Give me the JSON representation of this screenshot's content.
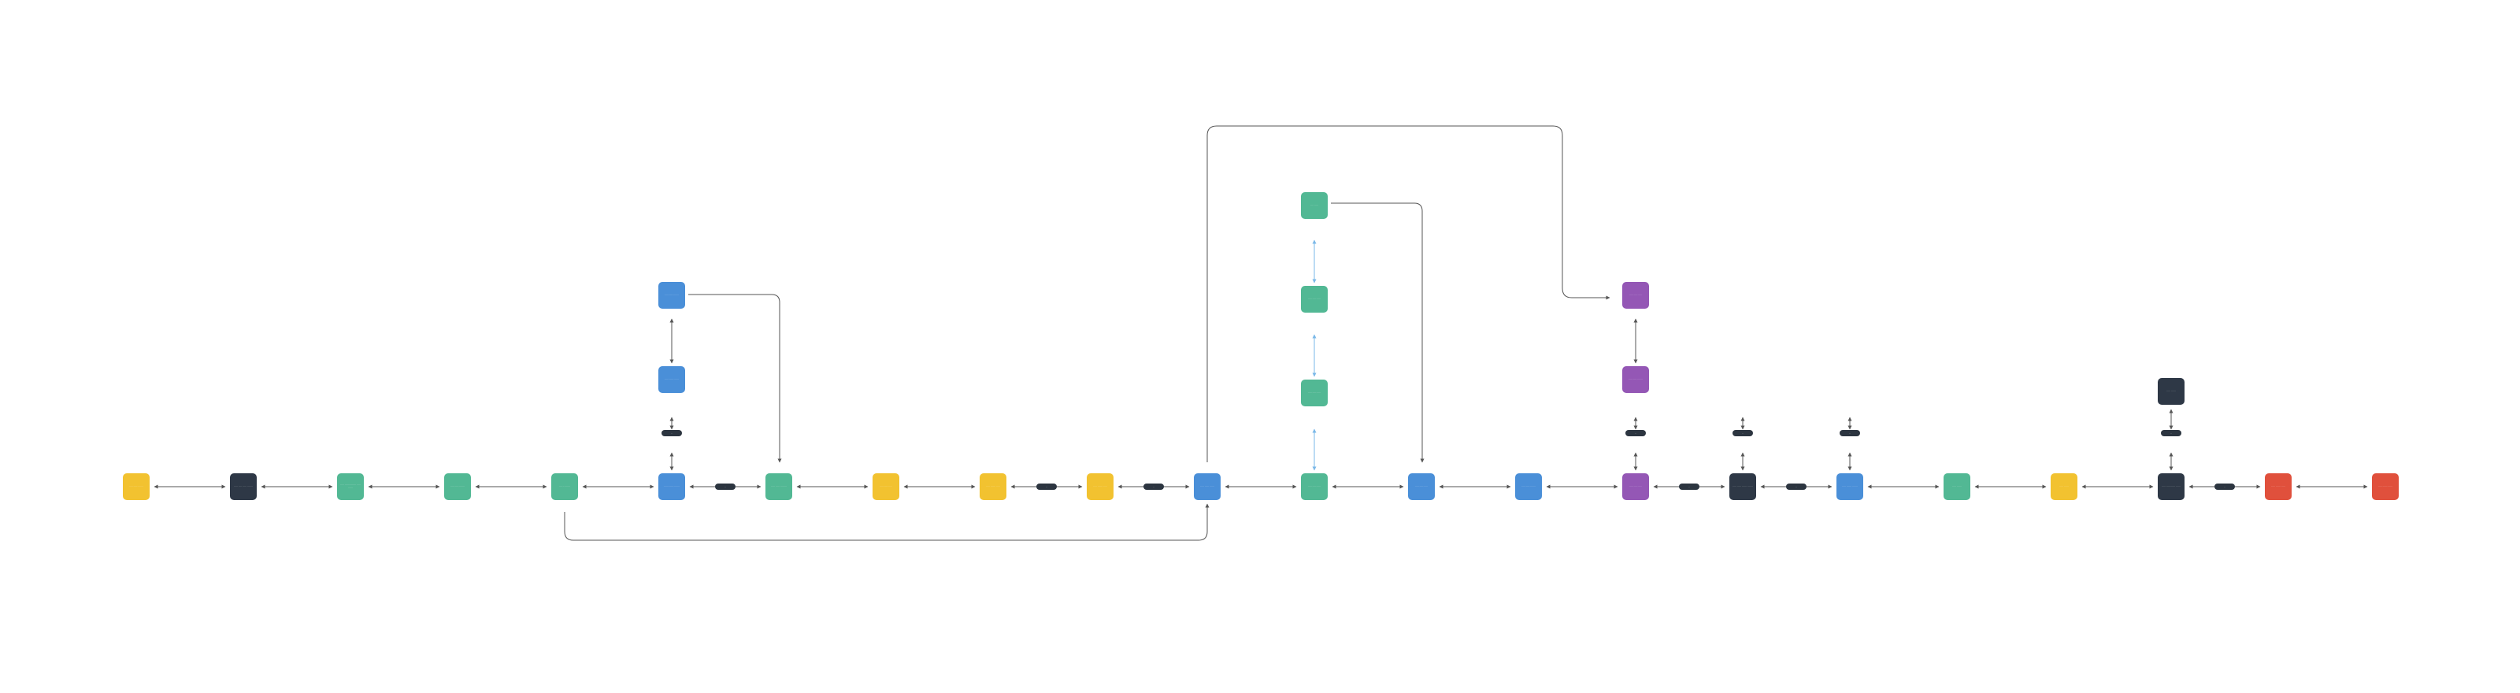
{
  "diagram": {
    "colors": {
      "yellow": "#f2c230",
      "dark": "#2e3846",
      "green": "#52b894",
      "blue": "#4a8fd8",
      "purple": "#9457b5",
      "red": "#e0503c",
      "edge": "#555555",
      "edge_light": "#7ab8e8",
      "pill": "#2c3540"
    },
    "nodes": [
      {
        "id": "n1",
        "color": "yellow",
        "label": "····· ····· ·······"
      },
      {
        "id": "n2",
        "color": "dark",
        "label": "····· ···· ·····  ·······"
      },
      {
        "id": "n3",
        "color": "green",
        "label": "····· ······ ········ ····· ······"
      },
      {
        "id": "n4",
        "color": "green",
        "label": "····· ····· ·······"
      },
      {
        "id": "n5",
        "color": "green",
        "label": "···· ·· ·······"
      },
      {
        "id": "n6",
        "color": "blue",
        "label": "······ ······ ·······"
      },
      {
        "id": "n6a",
        "color": "blue",
        "label": "····· ······ ······"
      },
      {
        "id": "n6b",
        "color": "blue",
        "label": "····· ····· ·······"
      },
      {
        "id": "n7",
        "color": "green",
        "label": "····· ····· ········"
      },
      {
        "id": "n8",
        "color": "yellow",
        "label": "····· ····· ·····"
      },
      {
        "id": "n9",
        "color": "yellow",
        "label": "····· ······ ·····"
      },
      {
        "id": "n10",
        "color": "yellow",
        "label": "····· ······ ·····"
      },
      {
        "id": "n11",
        "color": "blue",
        "label": "····· ····· ······"
      },
      {
        "id": "n12",
        "color": "green",
        "label": "····· ····· ·····"
      },
      {
        "id": "n12a",
        "color": "green",
        "label": "····· ····· ·····"
      },
      {
        "id": "n12b",
        "color": "green",
        "label": "····· ····· ·····"
      },
      {
        "id": "n12c",
        "color": "green",
        "label": "···· ·····"
      },
      {
        "id": "n13",
        "color": "blue",
        "label": "····· ····· ·····"
      },
      {
        "id": "n14",
        "color": "blue",
        "label": "····· ····· ·······"
      },
      {
        "id": "n15",
        "color": "purple",
        "label": "····· ····· ·····"
      },
      {
        "id": "n15a",
        "color": "purple",
        "label": "····· ····· ·······"
      },
      {
        "id": "n15b",
        "color": "purple",
        "label": "····· ····· ·····"
      },
      {
        "id": "n16",
        "color": "dark",
        "label": "····· ····· ······ ·······"
      },
      {
        "id": "n17",
        "color": "blue",
        "label": "····· ······ ·······"
      },
      {
        "id": "n18",
        "color": "green",
        "label": "····· ······"
      },
      {
        "id": "n19",
        "color": "yellow",
        "label": "····· ······"
      },
      {
        "id": "n20",
        "color": "dark",
        "label": "····· ····· ······ ······"
      },
      {
        "id": "n20a",
        "color": "dark",
        "label": "····· ······"
      },
      {
        "id": "n21",
        "color": "red",
        "label": "····· ······ ·····"
      },
      {
        "id": "n22",
        "color": "red",
        "label": "····· ······ ······"
      }
    ],
    "pills": [
      {
        "id": "p1",
        "label": "··"
      },
      {
        "id": "p2",
        "label": "··"
      },
      {
        "id": "p3",
        "label": "··"
      },
      {
        "id": "p4",
        "label": "··"
      },
      {
        "id": "p5",
        "label": "··"
      },
      {
        "id": "p6",
        "label": "··"
      },
      {
        "id": "p7",
        "label": "··"
      },
      {
        "id": "p8",
        "label": "··"
      },
      {
        "id": "p9",
        "label": "··"
      },
      {
        "id": "p10",
        "label": "··"
      },
      {
        "id": "p11",
        "label": "··"
      },
      {
        "id": "p12",
        "label": "··"
      }
    ]
  }
}
